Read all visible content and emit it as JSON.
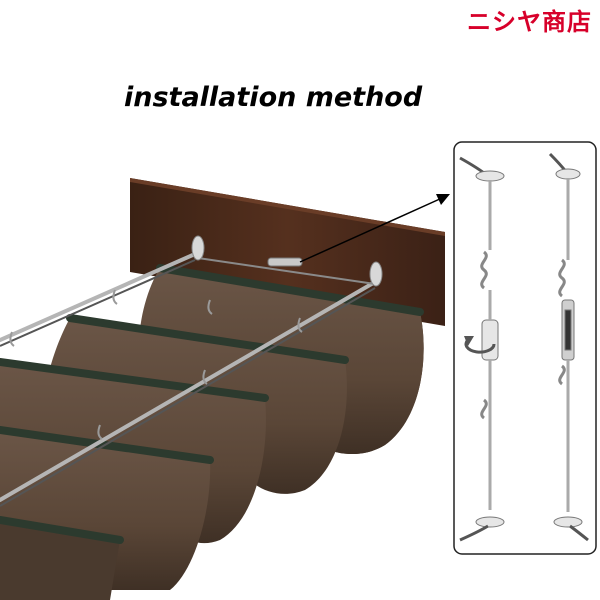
{
  "header": {
    "shop_name": "ニシヤ商店"
  },
  "main": {
    "title": "installation method"
  },
  "icons": {
    "scene": "retractable-shade-sail-scene",
    "detail": "wire-hardware-detail",
    "pointer": "arrow-icon",
    "rotate": "rotate-arrow-icon"
  },
  "colors": {
    "shop_name": "#d7002a",
    "fabric": "#5c4a3d",
    "beam": "#4a2a1a",
    "wire": "#b5b5b5"
  }
}
